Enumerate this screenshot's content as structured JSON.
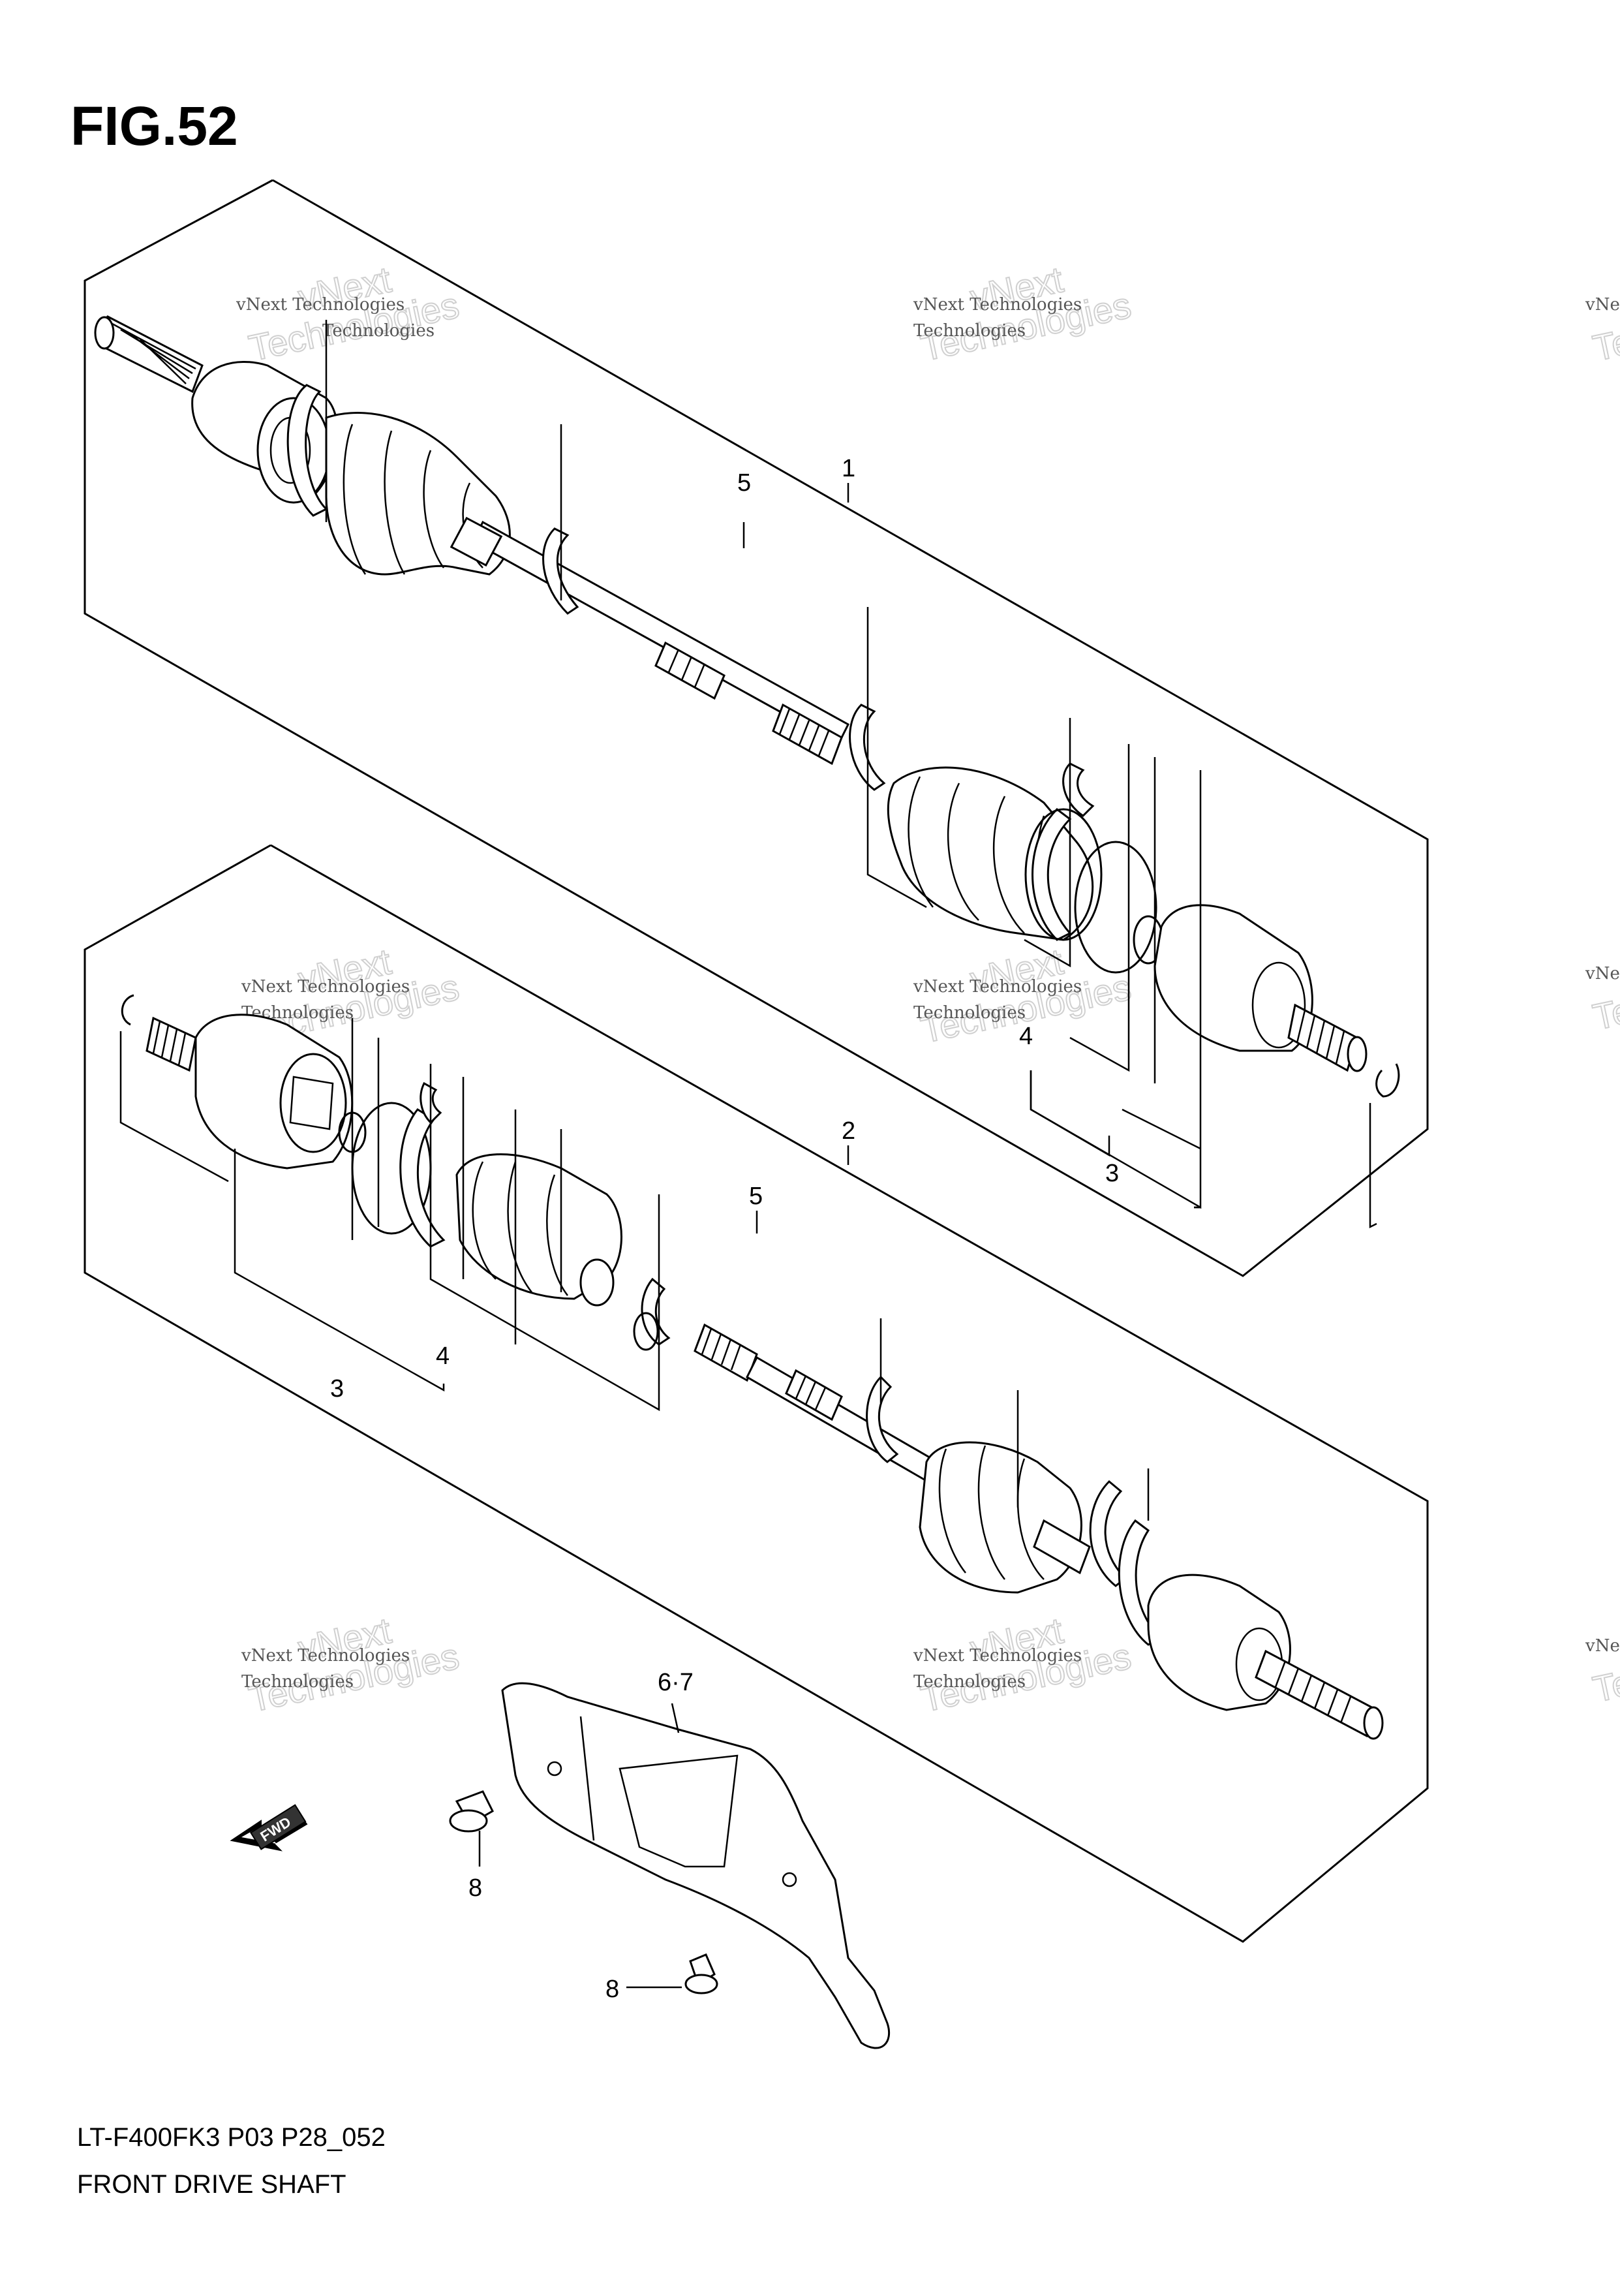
{
  "figure": {
    "title": "FIG.52",
    "model_code": "LT-F400FK3 P03 P28_052",
    "caption": "FRONT DRIVE SHAFT"
  },
  "watermark": {
    "company": "vNext Technologies",
    "line1": "vNext",
    "line2": "Technologies"
  },
  "direction_badge": {
    "label": "FWD"
  },
  "callouts": {
    "shaft_upper": "1",
    "shaft_lower": "2",
    "joint_upper": "3",
    "joint_lower": "3",
    "boot_kit_upper": "4",
    "boot_kit_lower": "4",
    "boot_upper": "5",
    "boot_lower": "5",
    "guard": "6·7",
    "bolt_left": "8",
    "bolt_bottom": "8"
  }
}
